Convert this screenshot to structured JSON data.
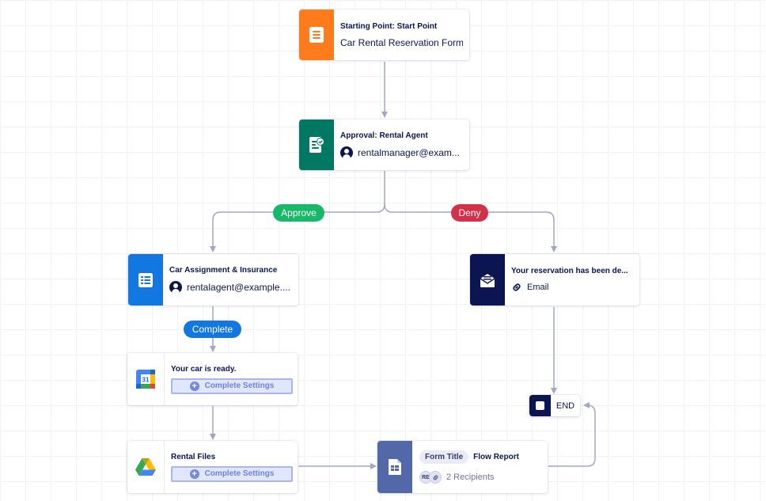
{
  "colors": {
    "start": "#ff7b1c",
    "approval": "#007862",
    "task": "#1377e2",
    "email": "#0a1551",
    "report": "#5368a9",
    "approve": "#18b869",
    "deny": "#d5304a",
    "complete": "#1377e2",
    "connector": "#a1a6c5"
  },
  "nodes": {
    "start": {
      "title": "Starting Point: Start Point",
      "subtitle": "Car Rental Reservation Form",
      "icon": "form-document-icon"
    },
    "approval": {
      "title": "Approval: Rental Agent",
      "assignee": "rentalmanager@exam...",
      "icon": "approval-check-icon"
    },
    "assignment": {
      "title": "Car Assignment & Insurance",
      "assignee": "rentalagent@example....",
      "icon": "form-list-icon"
    },
    "email": {
      "title": "Your reservation has been de...",
      "subtitle": "Email",
      "icon": "envelope-icon"
    },
    "calendar": {
      "title": "Your car is ready.",
      "button": "Complete Settings",
      "icon": "google-calendar-icon",
      "icon_text": "31"
    },
    "drive": {
      "title": "Rental Files",
      "button": "Complete Settings",
      "icon": "google-drive-icon"
    },
    "report": {
      "tag": "Form Title",
      "title": "Flow Report",
      "recipient_initials": "RE",
      "recipients": "2 Recipients",
      "icon": "report-sheet-icon"
    },
    "end": {
      "label": "END"
    }
  },
  "branches": {
    "approve": "Approve",
    "deny": "Deny",
    "complete": "Complete"
  }
}
